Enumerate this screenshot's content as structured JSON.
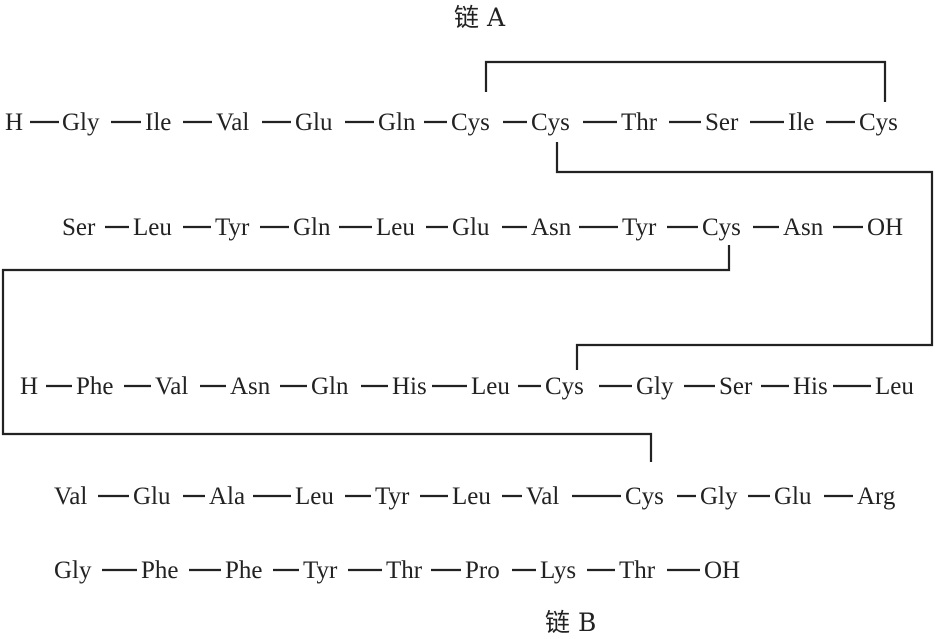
{
  "chain_a": {
    "title": "链 A",
    "row1": [
      "H",
      "Gly",
      "Ile",
      "Val",
      "Glu",
      "Gln",
      "Cys",
      "Cys",
      "Thr",
      "Ser",
      "Ile",
      "Cys"
    ],
    "row2": [
      "Ser",
      "Leu",
      "Tyr",
      "Gln",
      "Leu",
      "Glu",
      "Asn",
      "Tyr",
      "Cys",
      "Asn",
      "OH"
    ]
  },
  "chain_b": {
    "title": "链 B",
    "row1": [
      "H",
      "Phe",
      "Val",
      "Asn",
      "Gln",
      "His",
      "Leu",
      "Cys",
      "Gly",
      "Ser",
      "His",
      "Leu"
    ],
    "row2": [
      "Val",
      "Glu",
      "Ala",
      "Leu",
      "Tyr",
      "Leu",
      "Val",
      "Cys",
      "Gly",
      "Glu",
      "Arg"
    ],
    "row3": [
      "Gly",
      "Phe",
      "Phe",
      "Tyr",
      "Thr",
      "Pro",
      "Lys",
      "Thr",
      "OH"
    ]
  },
  "disulfide_bonds": [
    {
      "name": "intrachain-A",
      "from": "A6 Cys",
      "to": "A11 Cys"
    },
    {
      "name": "interchain-A7-B7",
      "from": "A7 Cys",
      "to": "B7 Cys"
    },
    {
      "name": "interchain-A20-B19",
      "from": "A20 Cys",
      "to": "B19 Cys"
    }
  ]
}
